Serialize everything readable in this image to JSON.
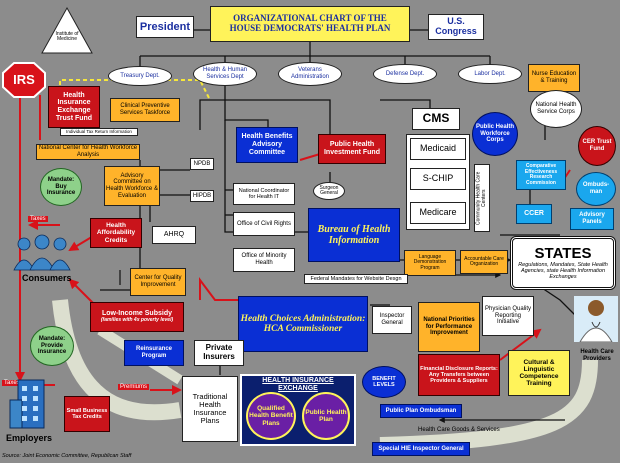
{
  "title": {
    "line1": "Organizational Chart of the",
    "line2": "House Democrats' Health Plan"
  },
  "top": {
    "president": "President",
    "congress": "U.S. Congress",
    "institute": "Institute of Medicine",
    "irs": "IRS"
  },
  "depts": {
    "treasury": "Treasury Dept.",
    "hhs": "Health & Human Services Dept",
    "veterans": "Veterans Administration",
    "defense": "Defense Dept.",
    "labor": "Labor Dept."
  },
  "upper_left": {
    "exchange_fund": "Health Insurance Exchange Trust Fund",
    "preventive": "Clinical Preventive Services Taskforce",
    "tax_info": "Individual Tax Return Information",
    "workforce_center": "National Center for Health Workforce Analysis",
    "advisory": "Advisory Committee on Health Workforce & Evaluation",
    "mandate_buy": "Mandate: Buy Insurance",
    "taxes1": "Taxes",
    "affordability": "Health Affordability Credits",
    "consumers": "Consumers",
    "npdb": "NPDB",
    "hipdb": "HIPDB",
    "ahrq": "AHRQ",
    "quality_center": "Center for Quality Improvement"
  },
  "middle": {
    "benefits": "Health Benefits Advisory Committee",
    "ph_fund": "Public Health Investment Fund",
    "coordinator": "National Coordinator for Health IT",
    "surgeon": "Surgeon General",
    "civil_rights": "Office of Civil Rights",
    "minority": "Office of Minority Health",
    "bureau": "Bureau of Health Information",
    "language": "Language Demonstration Program",
    "aco": "Accountable Care Organization",
    "federal_mandates": "Federal Mandates for Website Desgn"
  },
  "cms": {
    "title": "CMS",
    "medicaid": "Medicaid",
    "schip": "S-CHIP",
    "medicare": "Medicare",
    "community": "Community Health Care Centers",
    "ph_corps": "Public Health Workforce Corps",
    "nurse": "Nurse Education & Training",
    "nhsc": "National Health Service Corps"
  },
  "right": {
    "cer_fund": "CER Trust Fund",
    "comparative": "Comparative Effectiveness Research Commission",
    "ombudsman": "Ombuds-man",
    "ccer": "CCER",
    "advisory_panels": "Advisory Panels",
    "states_title": "STATES",
    "states_desc": "Regulations, Mandates, State Health Agencies, state Health Information Exchanges"
  },
  "lower": {
    "low_income_1": "Low-Income Subsidy",
    "low_income_2": "(families with 4x poverty level)",
    "hca_title": "Health Choices Administration:",
    "hca_sub": "HCA Commissioner",
    "inspector": "Inspector General",
    "priorities": "National Priorities for Performance Improvement",
    "physician": "Physician Quality Reporting Initiative",
    "reinsurance": "Reinsurance Program",
    "private": "Private Insurers",
    "disclosure": "Financial Disclosure Reports: Any Transfers between Providers & Suppliers",
    "cultural": "Cultural & Linguistic Competence Training",
    "providers": "Health Care Providers",
    "mandate_provide": "Mandate: Provide Insurance",
    "benefit_levels": "BENEFIT LEVELS",
    "taxes2": "Taxes",
    "premiums": "Premiums",
    "small_biz": "Small Business Tax Credits",
    "employers": "Employers",
    "traditional": "Traditional Health Insurance Plans",
    "exchange": "HEALTH INSURANCE EXCHANGE",
    "qualified": "Qualified Health Benefit Plans",
    "public_plan": "Public Health Plan",
    "public_ombud": "Public Plan Ombudsman",
    "goods": "Health Care Goods & Services",
    "hie": "Special HIE Inspector General",
    "source": "Source: Joint Economic Committee, Republican Staff"
  },
  "colors": {
    "background": "#8c8c8c",
    "yellow": "#fff35a",
    "orange": "#ffb32a",
    "red": "#c9141b",
    "blue": "#0a2fd4",
    "cyan": "#1aa7ee",
    "navy": "#0b1f6e",
    "purple": "#6a1fa5",
    "green": "#8ed18a"
  },
  "icons": [
    "people-icon",
    "building-icon",
    "doctor-icon"
  ]
}
